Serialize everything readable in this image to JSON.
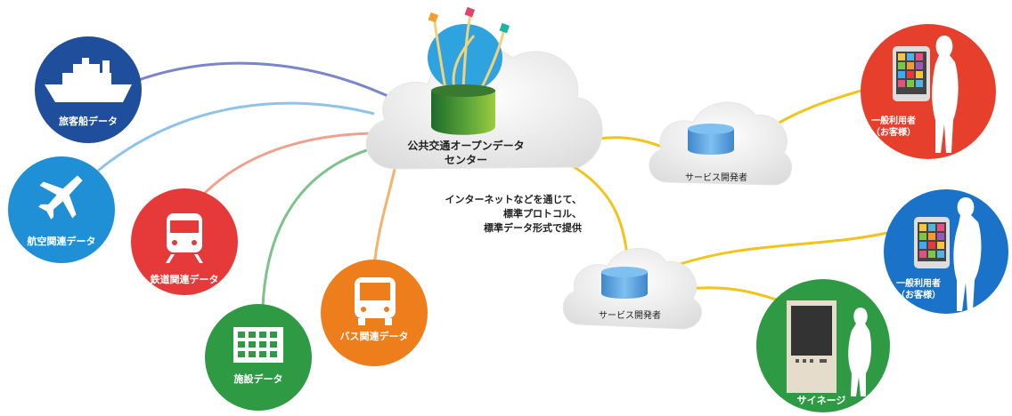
{
  "center": {
    "line1": "公共交通オープンデータ",
    "line2": "センター"
  },
  "note": {
    "line1": "インターネットなどを通じて、",
    "line2": "標準プロトコル、",
    "line3": "標準データ形式で提供"
  },
  "sources": {
    "ship": "旅客船データ",
    "air": "航空関連データ",
    "rail": "鉄道関連データ",
    "facility": "施設データ",
    "bus": "バス関連データ"
  },
  "developers": {
    "top": "サービス開発者",
    "bottom": "サービス開発者"
  },
  "users": {
    "red_line1": "一般利用者",
    "red_line2": "（お客様）",
    "blue_line1": "一般利用者",
    "blue_line2": "（お客様）",
    "signage": "サイネージ"
  },
  "colors": {
    "ship": "#1f4f9c",
    "air": "#1f8fd6",
    "rail": "#e63a3a",
    "facility": "#2e9b44",
    "bus": "#ee7d1c",
    "user_red": "#e6402d",
    "user_blue": "#1a73c8",
    "signage": "#2e9b44",
    "link_yellow": "#f2c31b"
  }
}
